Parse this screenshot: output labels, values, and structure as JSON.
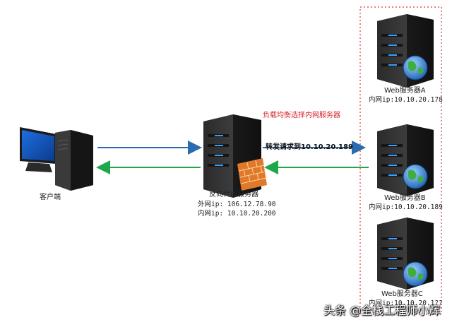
{
  "client": {
    "label": "客户端"
  },
  "proxy": {
    "label": "反向代理服务器",
    "external_ip": "外网ip: 106.12.78.90",
    "internal_ip": "内网ip: 10.10.20.200"
  },
  "lb_label": "负载均衡选择内网服务器",
  "forward_label": "转发请求到10.10.20.189",
  "servers": [
    {
      "label": "Web服务器A",
      "ip": "内网ip:10.10.20.178"
    },
    {
      "label": "Web服务器B",
      "ip": "内网ip:10.10.20.189"
    },
    {
      "label": "Web服务器C",
      "ip": "内网ip:10.10.20.1??"
    }
  ],
  "watermark": "头条 @全栈工程师小辉",
  "colors": {
    "request_arrow": "#2b6cb0",
    "response_arrow": "#1fa84a",
    "border": "#e0303a"
  }
}
